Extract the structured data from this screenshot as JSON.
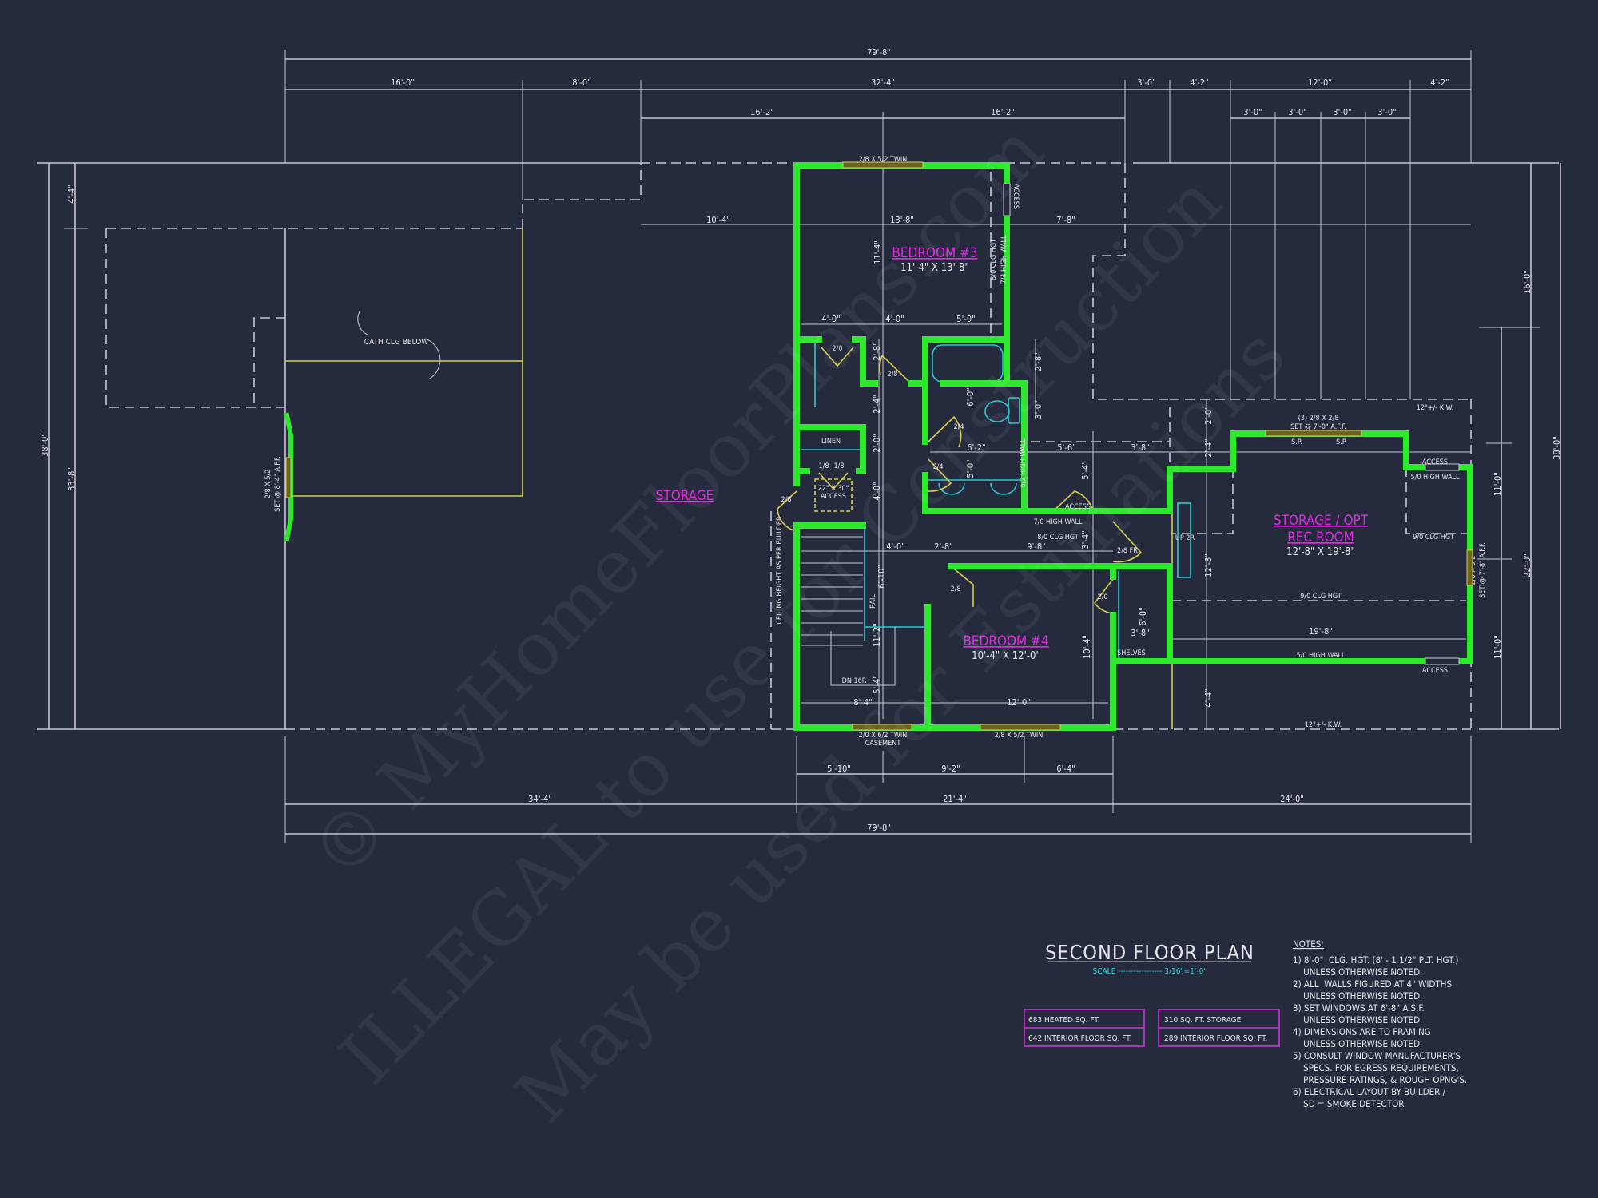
{
  "title_block": {
    "title": "SECOND FLOOR PLAN",
    "scale": "SCALE ----------------- 3/16\"=1'-0\"",
    "areas": [
      "683 HEATED SQ. FT.",
      "642 INTERIOR FLOOR SQ. FT.",
      "310 SQ. FT. STORAGE",
      "289 INTERIOR FLOOR SQ. FT."
    ]
  },
  "notes": {
    "heading": "NOTES:",
    "lines": [
      "1) 8'-0\"  CLG. HGT. (8' - 1 1/2\" PLT. HGT.)",
      "    UNLESS OTHERWISE NOTED.",
      "2) ALL  WALLS FIGURED AT 4\" WIDTHS",
      "    UNLESS OTHERWISE NOTED.",
      "3) SET WINDOWS AT 6'-8\" A.S.F.",
      "    UNLESS OTHERWISE NOTED.",
      "4) DIMENSIONS ARE TO FRAMING",
      "    UNLESS OTHERWISE NOTED.",
      "5) CONSULT WINDOW MANUFACTURER'S",
      "    SPECS. FOR EGRESS REQUIREMENTS,",
      "    PRESSURE RATINGS, & ROUGH OPNG'S.",
      "6) ELECTRICAL LAYOUT BY BUILDER /",
      "    SD = SMOKE DETECTOR."
    ]
  },
  "rooms": {
    "storage": "STORAGE",
    "bedroom3": {
      "name": "BEDROOM #3",
      "size": "11'-4\" X 13'-8\""
    },
    "bedroom4": {
      "name": "BEDROOM #4",
      "size": "10'-4\" X 12'-0\""
    },
    "rec": {
      "name1": "STORAGE / OPT",
      "name2": "REC ROOM",
      "size": "12'-8\" X 19'-8\""
    },
    "linen": "LINEN",
    "shelves": "SHELVES"
  },
  "dims": {
    "top_overall": "79'-8\"",
    "top_row2": [
      "16'-0\"",
      "8'-0\"",
      "32'-4\"",
      "3'-0\"",
      "4'-2\"",
      "12'-0\"",
      "4'-2\""
    ],
    "top_row3": [
      "16'-2\"",
      "16'-2\"",
      "3'-0\"",
      "3'-0\"",
      "3'-0\"",
      "3'-0\""
    ],
    "upper": [
      "10'-4\"",
      "13'-8\"",
      "7'-8\""
    ],
    "bed3": [
      "11'-4\"",
      "4'-0\"",
      "4'-0\"",
      "5'-0\""
    ],
    "hall_vert": [
      "2'-8\"",
      "2'-4\"",
      "2'-0\"",
      "4'-0\"",
      "6'-10\"",
      "11'-2\"",
      "5'-4\""
    ],
    "bath": [
      "6'-0\"",
      "6'-2\"",
      "5'-0\"",
      "2'-8\"",
      "3'-0\"",
      "5'-6\"",
      "3'-8\"",
      "5'-4\"",
      "3'-4\""
    ],
    "hall_h": [
      "4'-0\"",
      "2'-8\"",
      "9'-8\""
    ],
    "bed4": [
      "6'-0\"",
      "3'-8\"",
      "10'-4\"",
      "8'-4\"",
      "12'-0\""
    ],
    "rec": [
      "19'-8\"",
      "2'-0\"",
      "2'-4\"",
      "12'-8\"",
      "4'-4\""
    ],
    "bottom_row1": [
      "5'-10\"",
      "9'-2\"",
      "6'-4\""
    ],
    "bottom_row2": [
      "34'-4\"",
      "21'-4\"",
      "24'-0\""
    ],
    "bottom_overall": "79'-8\"",
    "left": [
      "4'-4\"",
      "38'-0\"",
      "33'-8\""
    ],
    "right": [
      "16'-0\"",
      "38'-0\"",
      "22'-0\"",
      "11'-0\"",
      "11'-0\""
    ]
  },
  "annotations": {
    "bed3_window": "2/8 X 5/2 TWIN",
    "bed3_access": "ACCESS",
    "bed3_clg": "8/0 CLG HGT",
    "bed3_wall": "7/4 HIGH WALL",
    "door_20": "2/0",
    "door_28a": "2/8",
    "door_18a": "1/8",
    "door_18b": "1/8",
    "attic_access1": "22\" X 30\"",
    "attic_access2": "ACCESS",
    "door_28b": "2/8",
    "door_24a": "2/4",
    "door_24b": "2/4",
    "bath_wall": "6/2 HIGH WALL",
    "hall_access": "ACCESS",
    "hall_wall": "7/0 HIGH WALL",
    "hall_clg": "8/0 CLG HGT",
    "door_28fr": "2/8 FR",
    "up_2r": "UP 2R",
    "door_28c": "2/8",
    "door_20b": "2/0",
    "rail": "RAIL",
    "dn_16r": "DN 16R",
    "ceiling_builder": "CEILING HEIGHT AS PER BUILDER",
    "win_bed4a1": "2/0 X 6/2 TWIN",
    "win_bed4a2": "CASEMENT",
    "win_bed4b": "2/8 X 5/2 TWIN",
    "cath": "CATH CLG BELOW",
    "left_win1": "2/8 X 5/2",
    "left_win2": "SET @ 8'-4\" A.F.F.",
    "right_win1": "2/8 X 5/2",
    "right_win2": "SET @ 7'-8\" A.F.F.",
    "rec_win1": "(3) 2/8 X 2/8",
    "rec_win2": "SET @ 7'-0\" A.F.F.",
    "sp1": "S.P.",
    "sp2": "S.P.",
    "rec_access1": "ACCESS",
    "rec_wall1": "5/0 HIGH WALL",
    "rec_clg1": "9/0 CLG HGT",
    "rec_clg2": "9/0 CLG HGT",
    "rec_wall2": "5/0 HIGH WALL",
    "rec_access2": "ACCESS",
    "kw1": "12\"+/- K.W.",
    "kw2": "12\"+/- K.W."
  },
  "watermark": [
    "© MyHomeFloorPlans.com",
    "ILLEGAL to use for Construction",
    "May be used for Estimations"
  ],
  "colors": {
    "background": "#252a3d",
    "walls": "#2ee82e",
    "room_labels": "#e426e4",
    "fixtures": "#28c8d0",
    "doors": "#d6cf4a"
  }
}
